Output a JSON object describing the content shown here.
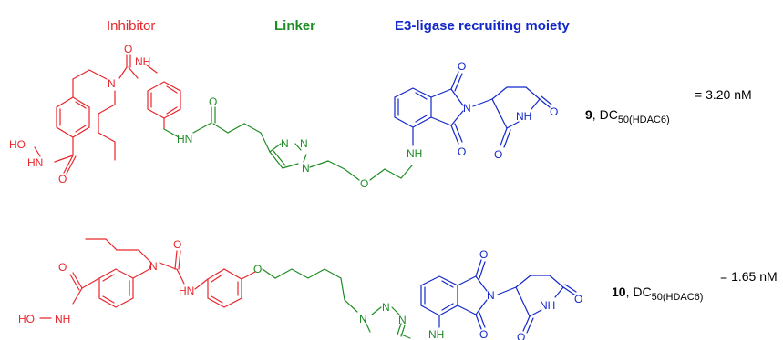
{
  "legend": {
    "inhibitor": "Inhibitor",
    "linker": "Linker",
    "e3": "E3-ligase recruiting moiety"
  },
  "colors": {
    "inhibitor": "#e8262b",
    "linker": "#1e8c24",
    "e3": "#1328c9",
    "text": "#000000"
  },
  "compounds": [
    {
      "id": "9",
      "label_sep": ", ",
      "metric": "DC",
      "metric_sub": "50(HDAC6)",
      "value": "= 3.20 nM",
      "atoms": {
        "hydroxamate_o": "HO",
        "hydroxamate_n": "HN",
        "hydroxamate_carbonyl_o": "O",
        "urea_o": "O",
        "urea_nh": "NH",
        "urea_n": "N",
        "amide_nh": "HN",
        "amide_o": "O",
        "triazole_n1": "N",
        "triazole_n2": "N",
        "triazole_n3": "N",
        "ether_o": "O",
        "aniline_nh": "NH",
        "phth_o_top": "O",
        "phth_o_bottom": "O",
        "phth_n": "N",
        "glut_o_right": "O",
        "glut_nh": "NH",
        "glut_o_bottom": "O"
      }
    },
    {
      "id": "10",
      "label_sep": ", ",
      "metric": "DC",
      "metric_sub": "50(HDAC6)",
      "value": "= 1.65 nM",
      "atoms": {
        "hydroxamate_o": "HO",
        "hydroxamate_n": "NH",
        "hydroxamate_carbonyl_o": "O",
        "urea_o": "O",
        "urea_n": "N",
        "urea_nh": "HN",
        "aryl_ether_o": "O",
        "triazole_n1": "N",
        "triazole_n2": "N",
        "triazole_n3": "N",
        "aniline_nh": "NH",
        "phth_o_top": "O",
        "phth_o_bottom": "O",
        "phth_n": "N",
        "glut_o_right": "O",
        "glut_nh": "NH",
        "glut_o_bottom": "O"
      }
    }
  ]
}
